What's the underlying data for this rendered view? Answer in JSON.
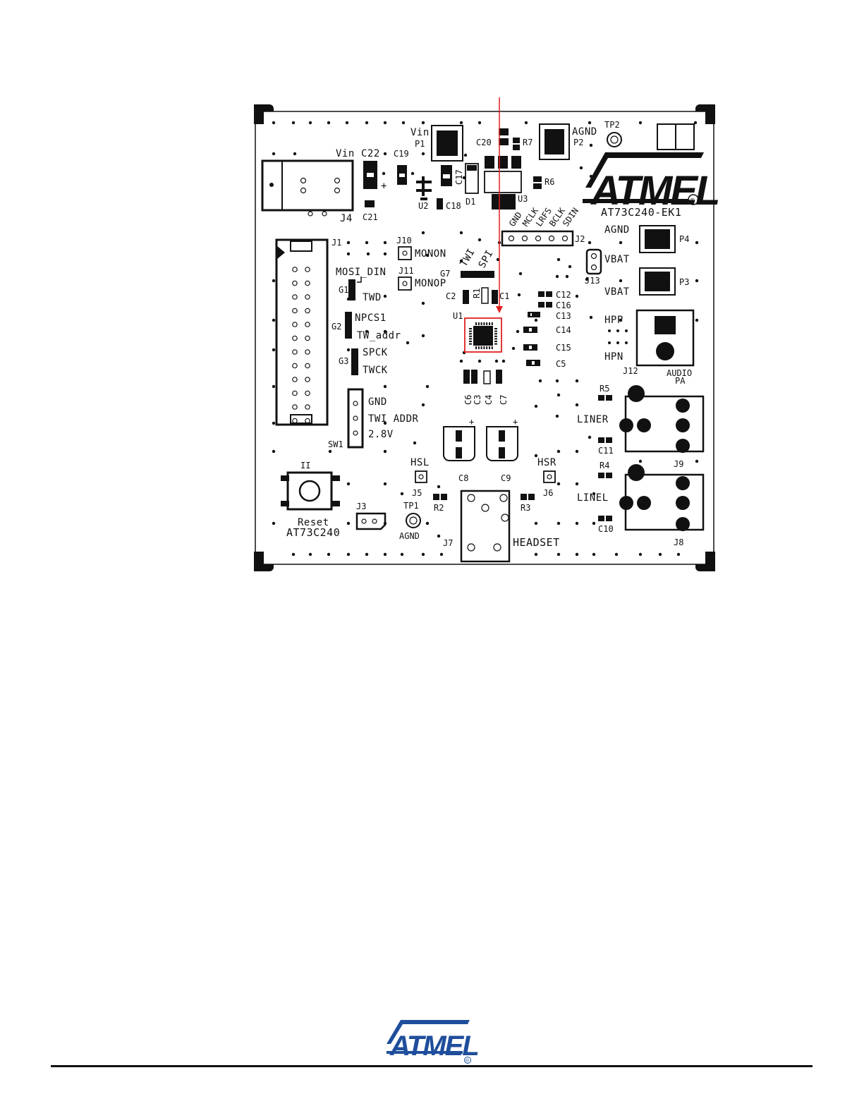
{
  "board": {
    "title": "AT73C240-EK1",
    "logo_text": "ATMEL",
    "registered": "®",
    "silk_bottom_left": "AT73C240",
    "reset_label": "Reset"
  },
  "accent_colors": {
    "highlight": "#e02020",
    "ink": "#111111",
    "logo_blue": "#1f4e9c"
  },
  "labels": {
    "vin_top": "Vin",
    "p1": "P1",
    "agnd_top": "AGND",
    "p2": "P2",
    "tp2": "TP2",
    "c20": "C20",
    "r7": "R7",
    "r6": "R6",
    "u3": "U3",
    "c17": "C17",
    "d1": "D1",
    "c18": "C18",
    "u2": "U2",
    "c19": "C19",
    "c22": "C22",
    "vin_left": "Vin",
    "c21": "C21",
    "j4": "J4",
    "plus": "+",
    "j1": "J1",
    "mosi_din": "MOSI_DIN",
    "g1": "G1",
    "twd": "TWD",
    "npcs1": "NPCS1",
    "g2": "G2",
    "tw_addr": "TW_addr",
    "spck": "SPCK",
    "g3": "G3",
    "twck": "TWCK",
    "gnd": "GND",
    "twi_addr": "TWI ADDR",
    "v28": "2.8V",
    "sw1": "SW1",
    "j10": "J10",
    "monon": "MONON",
    "j11": "J11",
    "monop": "MONOP",
    "twi": "TWI",
    "spi": "SPI",
    "g7": "G7",
    "c2": "C2",
    "r1": "R1",
    "c1": "C1",
    "u1": "U1",
    "c6": "C6",
    "c3": "C3",
    "c4": "C4",
    "c7": "C7",
    "j2_pins": [
      "GND",
      "MCLK",
      "LRFS",
      "BCLK",
      "SDIN"
    ],
    "j2": "J2",
    "c12": "C12",
    "c16": "C16",
    "c13": "C13",
    "c14": "C14",
    "c15": "C15",
    "c5": "C5",
    "agnd_right": "AGND",
    "p4": "P4",
    "vbat1": "VBAT",
    "j13": "J13",
    "vbat2": "VBAT",
    "p3": "P3",
    "hpp": "HPP",
    "hpn": "HPN",
    "j12": "J12",
    "audio": "AUDIO",
    "pa": "PA",
    "r5": "R5",
    "liner": "LINER",
    "c11": "C11",
    "j9": "J9",
    "r4": "R4",
    "linel": "LINEL",
    "c10": "C10",
    "j8": "J8",
    "c8": "C8",
    "c9": "C9",
    "hsl": "HSL",
    "j5": "J5",
    "hsr": "HSR",
    "j6": "J6",
    "r2": "R2",
    "r3": "R3",
    "tp1": "TP1",
    "agnd_bottom": "AGND",
    "j7": "J7",
    "headset": "HEADSET",
    "j3": "J3",
    "s1": "II"
  },
  "footer": {
    "logo_text": "ATMEL",
    "registered": "®"
  }
}
